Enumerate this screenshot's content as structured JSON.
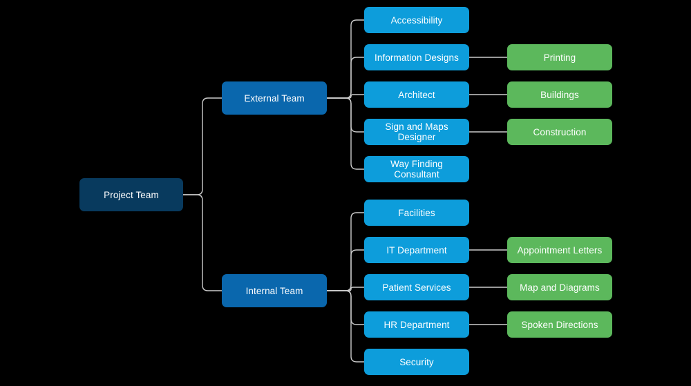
{
  "diagram": {
    "type": "org-chart",
    "background_color": "#000000",
    "connector_color": "#cccccc",
    "palette": {
      "root": "#083a5e",
      "team": "#0a67ad",
      "unit": "#0d9ddb",
      "leaf": "#5cb85c",
      "text": "#ffffff"
    },
    "root": {
      "label": "Project Team"
    },
    "branches": [
      {
        "label": "External Team",
        "children": [
          {
            "label": "Accessibility",
            "leaf": null
          },
          {
            "label": "Information Designs",
            "leaf": "Printing"
          },
          {
            "label": "Architect",
            "leaf": "Buildings"
          },
          {
            "label": "Sign and Maps\nDesigner",
            "leaf": "Construction"
          },
          {
            "label": "Way Finding\nConsultant",
            "leaf": null
          }
        ]
      },
      {
        "label": "Internal Team",
        "children": [
          {
            "label": "Facilities",
            "leaf": null
          },
          {
            "label": "IT Department",
            "leaf": "Appointment Letters"
          },
          {
            "label": "Patient Services",
            "leaf": "Map and Diagrams"
          },
          {
            "label": "HR Department",
            "leaf": "Spoken Directions"
          },
          {
            "label": "Security",
            "leaf": null
          }
        ]
      }
    ]
  }
}
